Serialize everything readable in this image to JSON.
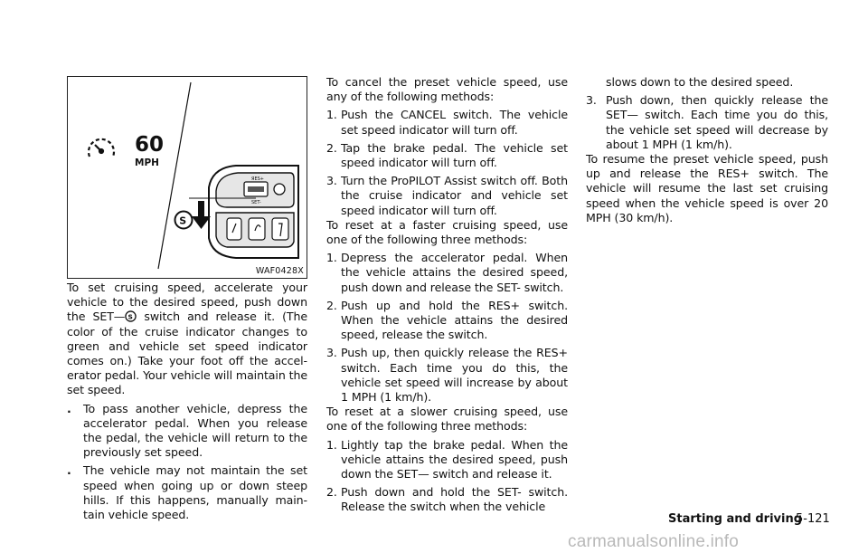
{
  "figure": {
    "code": "WAF0428X",
    "speed_value": "60",
    "speed_unit": "MPH"
  },
  "column1": {
    "intro_a": "To set cruising speed, accelerate your vehicle to the desired speed, push down the SET—",
    "intro_b": " switch and release it. (The color of the cruise indicator changes to green and vehicle set speed indicator comes on.) Take your foot off the accel- erator pedal. Your vehicle will maintain the set speed.",
    "bullets": [
      "To pass another vehicle, depress the accelerator pedal. When you release the pedal, the vehicle will return to the previously set speed.",
      "The vehicle may not maintain the set speed when going up or down steep hills. If this happens, manually main- tain vehicle speed."
    ],
    "bullet_mark": "."
  },
  "column2": {
    "cancel_intro": "To cancel the preset vehicle speed, use any of the following methods:",
    "cancel_items": [
      {
        "num": "1.",
        "text": "Push the CANCEL switch. The vehicle set speed indicator will turn off."
      },
      {
        "num": "2.",
        "text": "Tap the brake pedal. The vehicle set speed indicator will turn off."
      },
      {
        "num": "3.",
        "text": "Turn the ProPILOT Assist switch off. Both the cruise indicator and vehicle set speed indicator will turn off."
      }
    ],
    "faster_intro": "To reset at a faster cruising speed, use one of the following three methods:",
    "faster_items": [
      {
        "num": "1.",
        "text": "Depress the accelerator pedal. When the vehicle attains the desired speed, push down and release the SET- switch."
      },
      {
        "num": "2.",
        "text": "Push up and hold the RES+ switch. When the vehicle attains the desired speed, release the switch."
      },
      {
        "num": "3.",
        "text": "Push up, then quickly release the RES+ switch. Each time you do this, the vehicle set speed will increase by about 1 MPH (1 km/h)."
      }
    ],
    "slower_intro": "To reset at a slower cruising speed, use one of the following three methods:",
    "slower_items": [
      {
        "num": "1.",
        "text": "Lightly tap the brake pedal. When the vehicle attains the desired speed, push down the SET— switch and release it."
      },
      {
        "num": "2.",
        "text": "Push down and hold the SET- switch. Release the switch when the vehicle"
      }
    ]
  },
  "column3": {
    "continued": "slows down to the desired speed.",
    "items": [
      {
        "num": "3.",
        "text": "Push down, then quickly release the SET— switch. Each time you do this, the vehicle set speed will decrease by about 1 MPH (1 km/h)."
      }
    ],
    "resume": "To resume the preset vehicle speed, push up and release the RES+ switch. The vehicle will resume the last set cruising speed when the vehicle speed is over 20 MPH (30 km/h)."
  },
  "footer": {
    "section": "Starting and driving",
    "page": "5-121"
  },
  "watermark": "carmanualsonline.info"
}
